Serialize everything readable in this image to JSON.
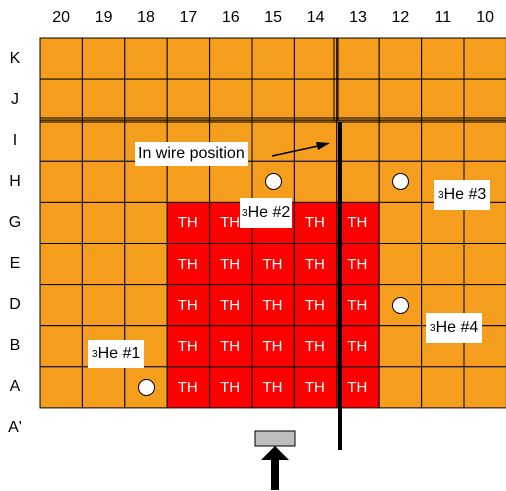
{
  "columns": [
    "20",
    "19",
    "18",
    "17",
    "16",
    "15",
    "14",
    "13",
    "12",
    "11",
    "10"
  ],
  "rows": [
    "K",
    "J",
    "I",
    "H",
    "G",
    "E",
    "D",
    "B",
    "A",
    "A'"
  ],
  "th_label": "TH",
  "th_cells": [
    {
      "row": "G",
      "col": "17"
    },
    {
      "row": "G",
      "col": "16"
    },
    {
      "row": "G",
      "col": "14"
    },
    {
      "row": "G",
      "col": "13"
    },
    {
      "row": "E",
      "col": "17"
    },
    {
      "row": "E",
      "col": "16"
    },
    {
      "row": "E",
      "col": "15"
    },
    {
      "row": "E",
      "col": "14"
    },
    {
      "row": "E",
      "col": "13"
    },
    {
      "row": "D",
      "col": "17"
    },
    {
      "row": "D",
      "col": "16"
    },
    {
      "row": "D",
      "col": "15"
    },
    {
      "row": "D",
      "col": "14"
    },
    {
      "row": "D",
      "col": "13"
    },
    {
      "row": "B",
      "col": "17"
    },
    {
      "row": "B",
      "col": "16"
    },
    {
      "row": "B",
      "col": "15"
    },
    {
      "row": "B",
      "col": "14"
    },
    {
      "row": "B",
      "col": "13"
    },
    {
      "row": "A",
      "col": "17"
    },
    {
      "row": "A",
      "col": "16"
    },
    {
      "row": "A",
      "col": "15"
    },
    {
      "row": "A",
      "col": "14"
    },
    {
      "row": "A",
      "col": "13"
    }
  ],
  "red_cells_no_label": [
    {
      "row": "G",
      "col": "15"
    }
  ],
  "detector_positions": [
    {
      "row": "H",
      "col": "15"
    },
    {
      "row": "H",
      "col": "12"
    },
    {
      "row": "D",
      "col": "12"
    },
    {
      "row": "A",
      "col": "18"
    }
  ],
  "detector_labels": {
    "he1": {
      "sup": "3",
      "text": "He #1"
    },
    "he2": {
      "sup": "3",
      "text": "He #2"
    },
    "he3": {
      "sup": "3",
      "text": "He #3"
    },
    "he4": {
      "sup": "3",
      "text": "He #4"
    }
  },
  "wire_annotation": "In wire position",
  "colors": {
    "cell": "#f59d1c",
    "th": "#ff0000",
    "grid": "#000000",
    "source": "#bdbdbd"
  }
}
